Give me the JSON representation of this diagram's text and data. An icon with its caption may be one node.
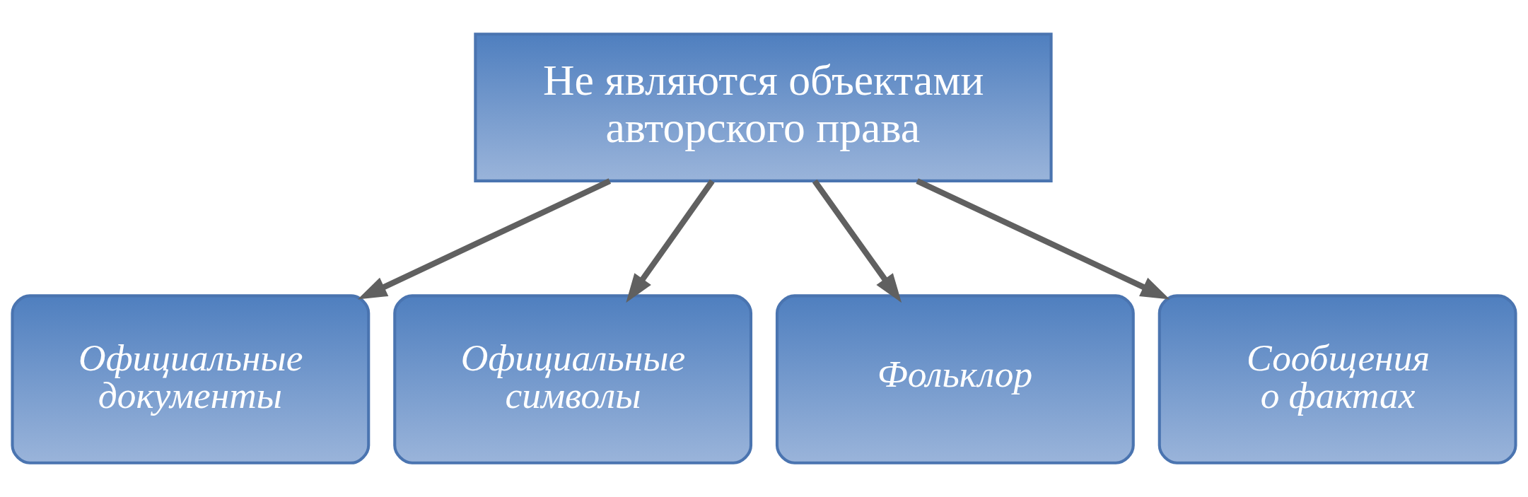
{
  "diagram": {
    "nodes": [
      {
        "text": [
          "Не являются объектами авторского права"
        ]
      },
      {
        "text": [
          "Официальные документы"
        ]
      },
      {
        "text": [
          "Официальные символы"
        ]
      },
      {
        "text": [
          "Фольклор"
        ]
      },
      {
        "text": [
          "Сообщения о фактах"
        ]
      }
    ],
    "edges": [
      {
        "from": 0,
        "to": 1,
        "arrow": "to"
      },
      {
        "from": 0,
        "to": 2,
        "arrow": "to"
      },
      {
        "from": 0,
        "to": 3,
        "arrow": "to"
      },
      {
        "from": 0,
        "to": 4,
        "arrow": "to"
      }
    ]
  }
}
